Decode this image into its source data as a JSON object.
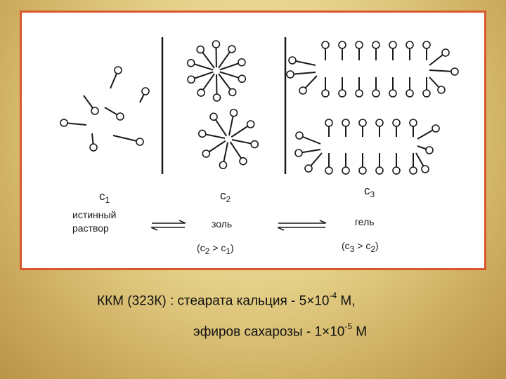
{
  "states": [
    {
      "c_letter": "c",
      "c_sub": "1",
      "name_line1": "истинный",
      "name_line2": "раствор"
    },
    {
      "c_letter": "c",
      "c_sub": "2",
      "name": "золь",
      "cond": {
        "open": "(c",
        "sub_a": "2",
        "mid": " > c",
        "sub_b": "1",
        "close": ")"
      }
    },
    {
      "c_letter": "c",
      "c_sub": "3",
      "name": "гель",
      "cond": {
        "open": "(c",
        "sub_a": "3",
        "mid": " > c",
        "sub_b": "2",
        "close": ")"
      }
    }
  ],
  "ckm": {
    "line1": {
      "label": "ККМ (323К) :  стеарата кальция  - 5",
      "times": "×",
      "base": "10",
      "exp": "-4",
      "unit": " М,"
    },
    "line2": {
      "label": "эфиров сахарозы - 1",
      "times": "×",
      "base": "10",
      "exp": "-5",
      "unit": " М"
    }
  },
  "colors": {
    "frame_border": "#d9572b",
    "ink": "#1a1a1a",
    "background": "#e4cf86"
  }
}
